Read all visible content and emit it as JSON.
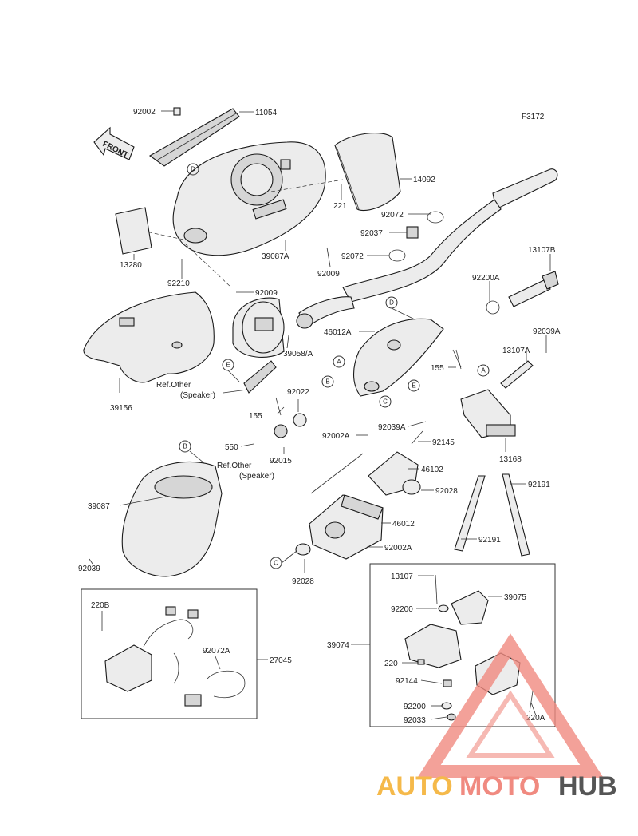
{
  "figure_code": "F3172",
  "front_label": "FRONT",
  "ref_other_1": "Ref.Other",
  "ref_speaker_1": "(Speaker)",
  "ref_other_2": "Ref.Other",
  "ref_speaker_2": "(Speaker)",
  "circle_markers": [
    "D",
    "A",
    "B",
    "C",
    "E",
    "A",
    "D",
    "E",
    "B",
    "C"
  ],
  "part_labels": [
    "92002",
    "11054",
    "14092",
    "221",
    "92072",
    "92037",
    "92072",
    "13280",
    "39087A",
    "92009",
    "92210",
    "92009",
    "13107B",
    "92200A",
    "46012A",
    "39058/A",
    "92039A",
    "13107A",
    "155",
    "39156",
    "155",
    "92022",
    "92039A",
    "13168",
    "92002A",
    "92145",
    "550",
    "92015",
    "46102",
    "92028",
    "39087",
    "92191",
    "46012",
    "92002A",
    "92191",
    "92039",
    "92028",
    "220B",
    "27045",
    "92072A",
    "13107",
    "39075",
    "92200",
    "39074",
    "220",
    "92144",
    "92200",
    "92033",
    "220A"
  ],
  "watermark": {
    "part1": "AUTO",
    "part2": "MOTO",
    "part3": "HUB"
  }
}
